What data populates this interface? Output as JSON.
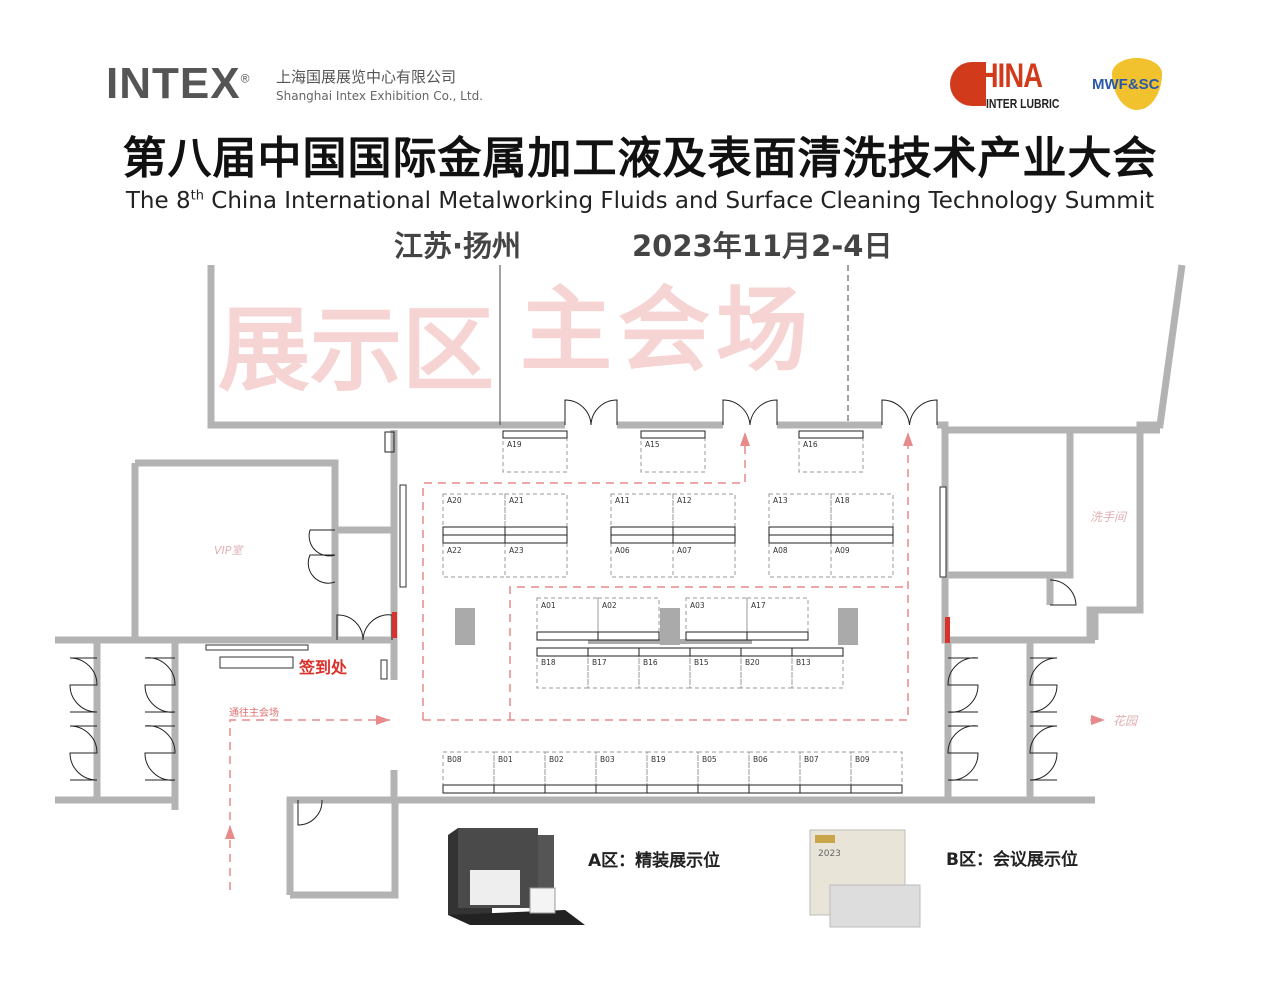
{
  "header": {
    "logo_text": "INTEX",
    "logo_reg": "®",
    "company_cn": "上海国展展览中心有限公司",
    "company_en": "Shanghai Intex Exhibition Co., Ltd.",
    "logo_china": "CHINA",
    "logo_china_sub": "INTER LUBRIC",
    "logo_mwf": "MWF&SC",
    "title_cn": "第八届中国国际金属加工液及表面清洗技术产业大会",
    "title_en_pre": "The 8",
    "title_en_sup": "th",
    "title_en_post": " China International Metalworking Fluids and Surface Cleaning Technology Summit",
    "location": "江苏·扬州",
    "date": "2023年11月2-4日"
  },
  "map": {
    "main_hall": "主会场",
    "exhibit_area": "展示区",
    "vip_room": "VIP室",
    "restroom": "洗手间",
    "garden": "花园",
    "checkin": "签到处",
    "to_main_hall": "通往主会场",
    "colors": {
      "wall": "#b3b3b3",
      "route": "#e88a8a",
      "accent": "#d9312b"
    },
    "booths_top": [
      "A19",
      "A15",
      "A16"
    ],
    "booths_mid_upper": [
      "A20",
      "A21",
      "A11",
      "A12",
      "A13",
      "A18"
    ],
    "booths_mid_lower": [
      "A22",
      "A23",
      "A06",
      "A07",
      "A08",
      "A09"
    ],
    "booths_row3": [
      "A01",
      "A02",
      "A03",
      "A17"
    ],
    "booths_b_mid": [
      "B18",
      "B17",
      "B16",
      "B15",
      "B20",
      "B13"
    ],
    "booths_b_bottom": [
      "B08",
      "B01",
      "B02",
      "B03",
      "B19",
      "B05",
      "B06",
      "B07",
      "B09"
    ]
  },
  "legend": {
    "a_label": "A区：精装展示位",
    "b_label": "B区：会议展示位",
    "b_poster_year": "2023"
  }
}
